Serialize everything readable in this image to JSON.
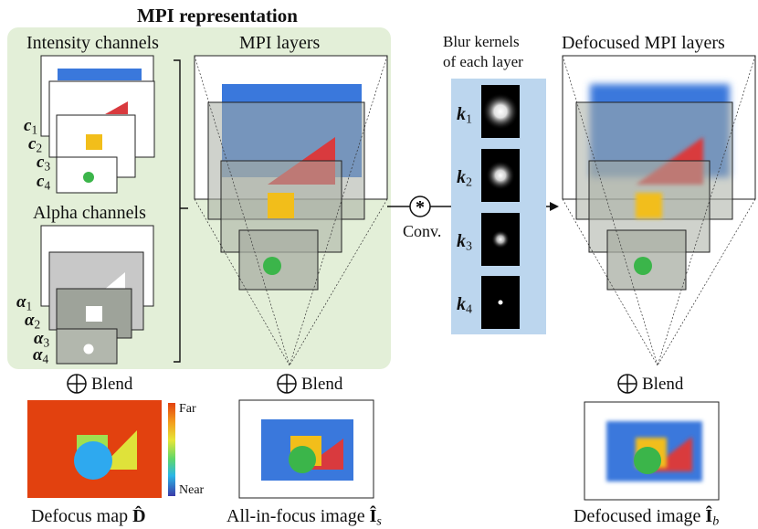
{
  "title": "MPI representation",
  "left": {
    "intensity_heading": "Intensity channels",
    "alpha_heading": "Alpha channels",
    "intensity_labels": [
      {
        "sym": "c",
        "sub": "1"
      },
      {
        "sym": "c",
        "sub": "2"
      },
      {
        "sym": "c",
        "sub": "3"
      },
      {
        "sym": "c",
        "sub": "4"
      }
    ],
    "alpha_labels": [
      {
        "sym": "α",
        "sub": "1"
      },
      {
        "sym": "α",
        "sub": "2"
      },
      {
        "sym": "α",
        "sub": "3"
      },
      {
        "sym": "α",
        "sub": "4"
      }
    ]
  },
  "mpi_layers_heading": "MPI layers",
  "kernels": {
    "heading_line1": "Blur kernels",
    "heading_line2": "of each layer",
    "labels": [
      {
        "sym": "k",
        "sub": "1"
      },
      {
        "sym": "k",
        "sub": "2"
      },
      {
        "sym": "k",
        "sub": "3"
      },
      {
        "sym": "k",
        "sub": "4"
      }
    ]
  },
  "conv_label": "Conv.",
  "defocused_heading": "Defocused MPI layers",
  "blend_label": "Blend",
  "colorbar": {
    "far": "Far",
    "near": "Near"
  },
  "captions": {
    "defocus_map": {
      "text": "Defocus map ",
      "sym": "D̂",
      "sub": ""
    },
    "all_in_focus": {
      "text": "All-in-focus image ",
      "sym": "Î",
      "sub": "s"
    },
    "defocused": {
      "text": "Defocused image ",
      "sym": "Î",
      "sub": "b"
    }
  },
  "colors": {
    "panel_green": "#e3efd8",
    "kernel_panel": "#bcd6ee",
    "blue": "#3a78dc",
    "red": "#d93a3e",
    "yellow": "#f2be1a",
    "green_dot": "#3bb54a",
    "defocus_bg": "#e2410f"
  }
}
